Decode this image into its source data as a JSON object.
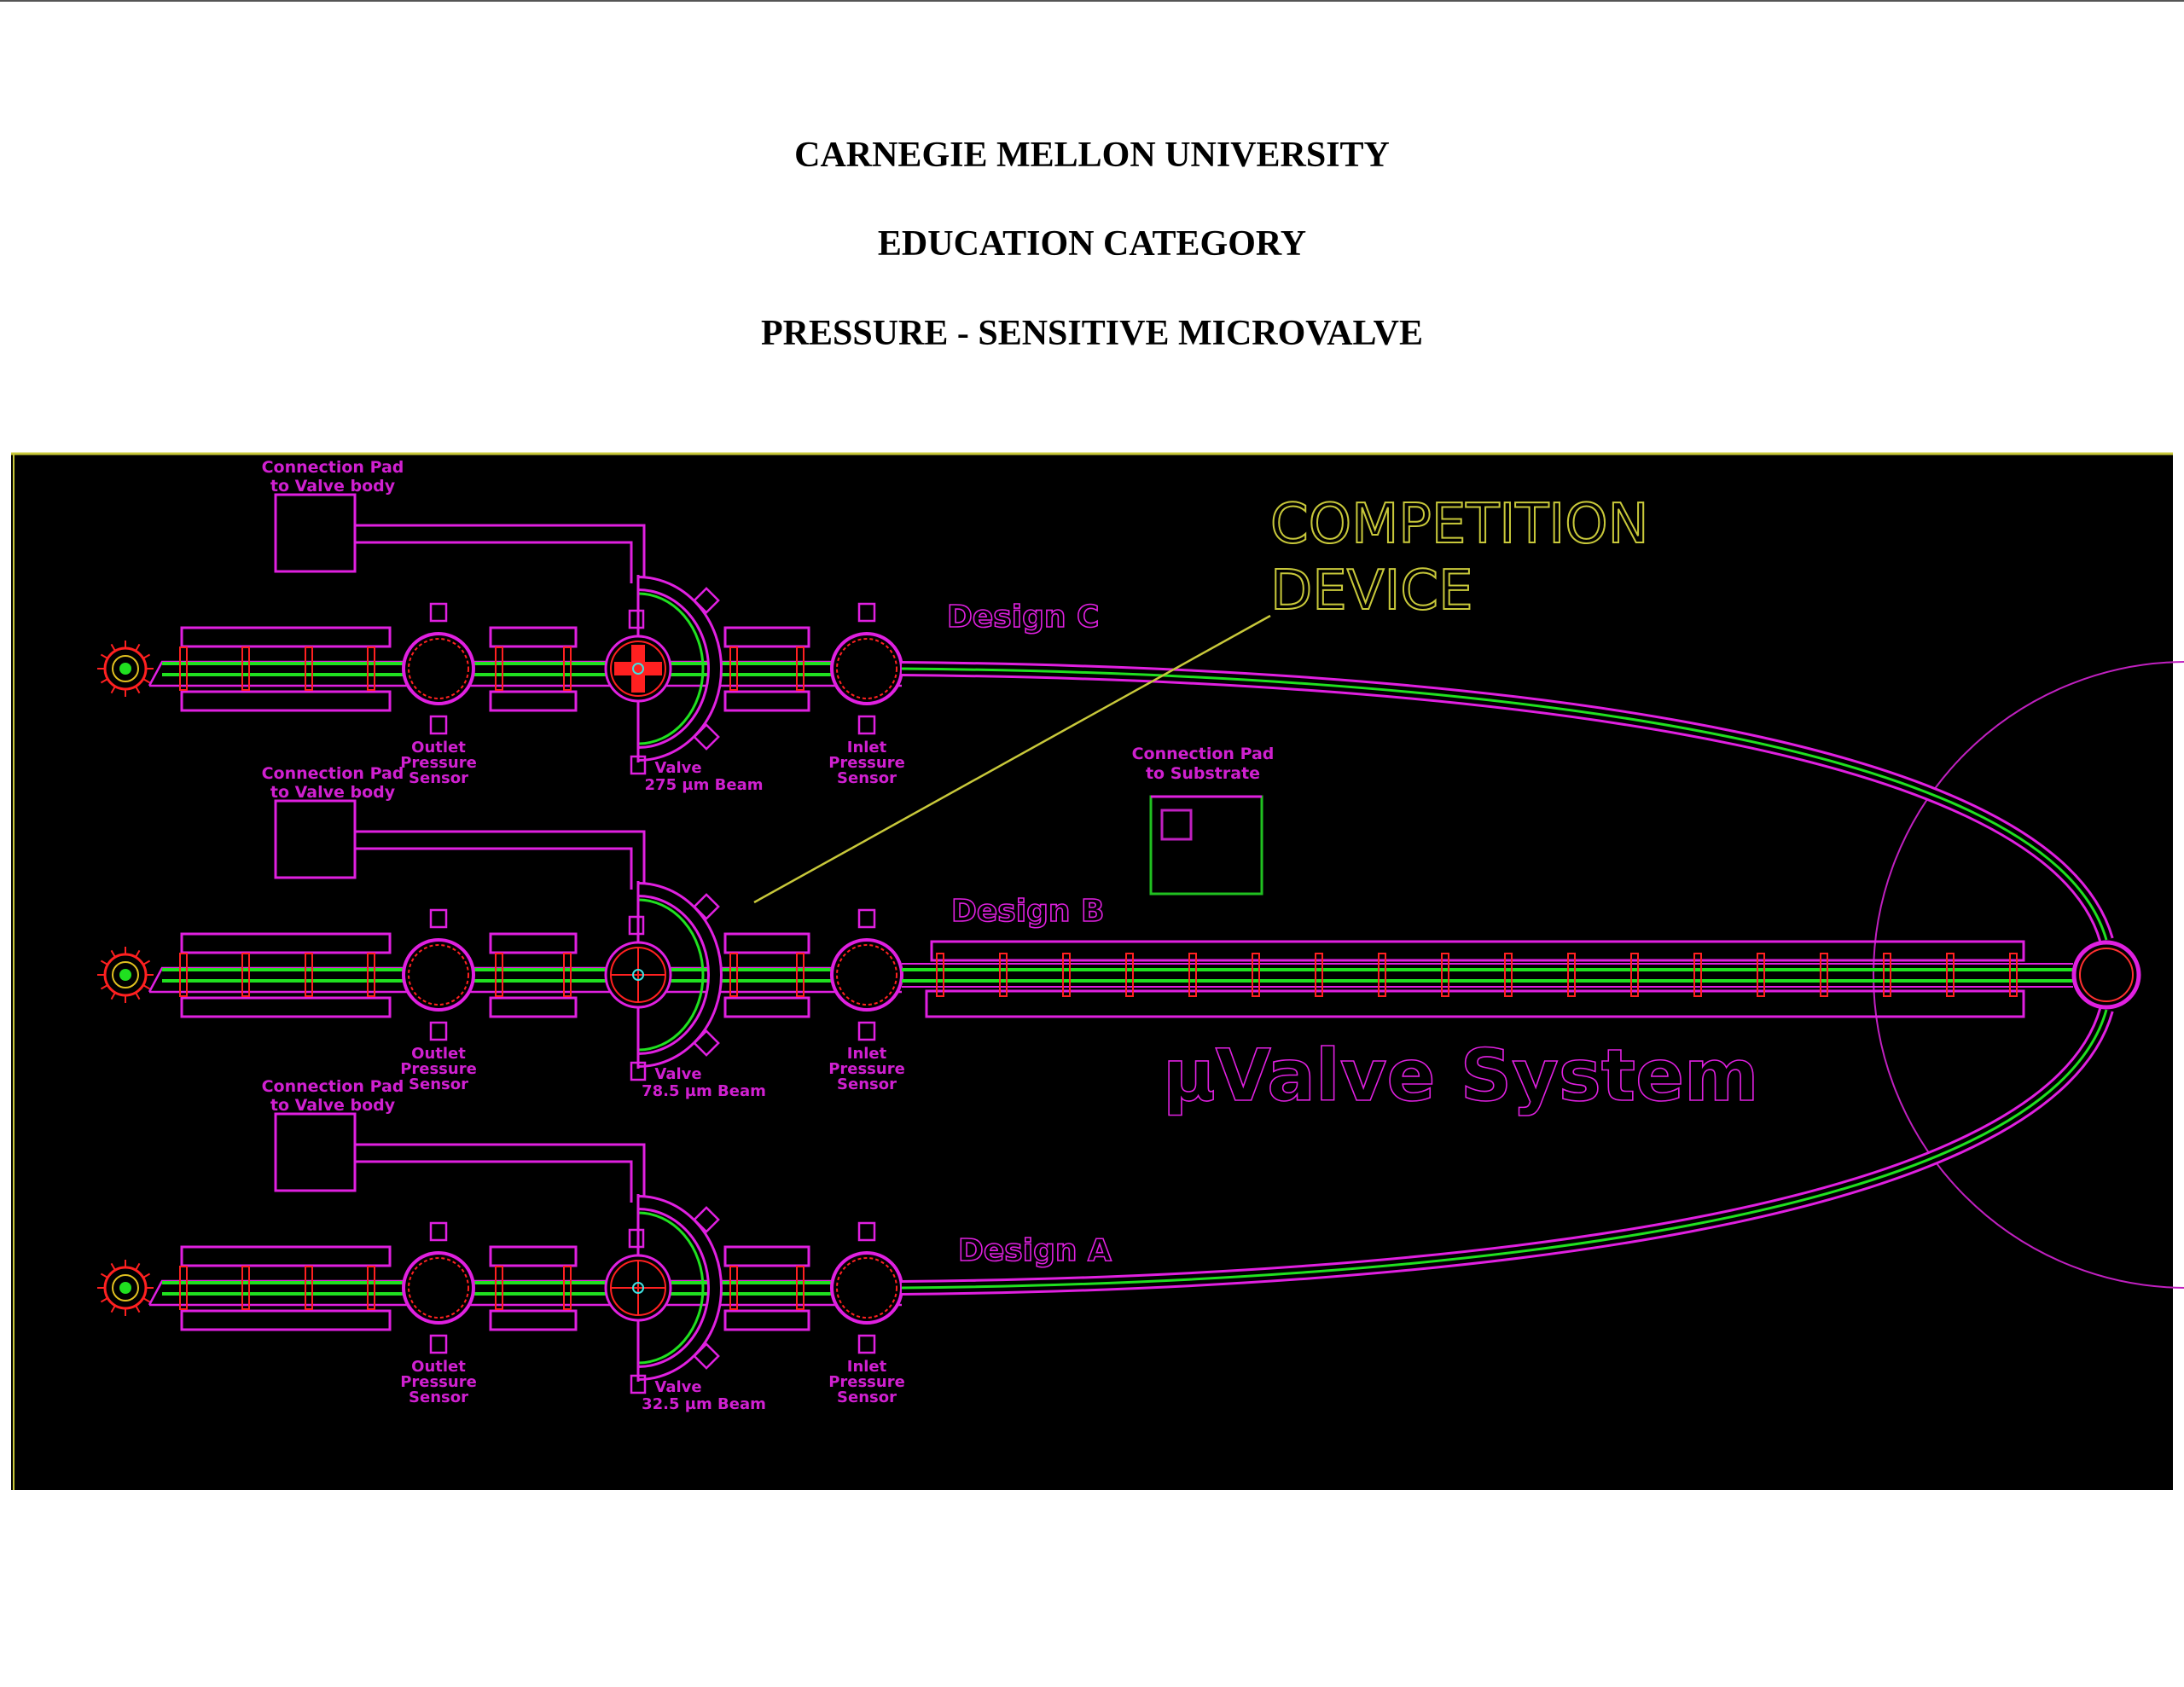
{
  "header": {
    "line1": "CARNEGIE MELLON UNIVERSITY",
    "line2": "EDUCATION CATEGORY",
    "line3": "PRESSURE - SENSITIVE MICROVALVE"
  },
  "diagram": {
    "competition_line1": "COMPETITION",
    "competition_line2": "DEVICE",
    "system_title": "µValve System",
    "substrate_pad_line1": "Connection Pad",
    "substrate_pad_line2": "to Substrate",
    "rows": [
      {
        "design": "Design C",
        "pad_line1": "Connection Pad",
        "pad_line2": "to Valve body",
        "outlet": [
          "Outlet",
          "Pressure",
          "Sensor"
        ],
        "valve_line1": "Valve",
        "valve_line2": "275 µm Beam",
        "inlet": [
          "Inlet",
          "Pressure",
          "Sensor"
        ]
      },
      {
        "design": "Design B",
        "pad_line1": "Connection Pad",
        "pad_line2": "to Valve body",
        "outlet": [
          "Outlet",
          "Pressure",
          "Sensor"
        ],
        "valve_line1": "Valve",
        "valve_line2": "78.5 µm Beam",
        "inlet": [
          "Inlet",
          "Pressure",
          "Sensor"
        ]
      },
      {
        "design": "Design A",
        "pad_line1": "Connection Pad",
        "pad_line2": "to Valve body",
        "outlet": [
          "Outlet",
          "Pressure",
          "Sensor"
        ],
        "valve_line1": "Valve",
        "valve_line2": "32.5 µm Beam",
        "inlet": [
          "Inlet",
          "Pressure",
          "Sensor"
        ]
      }
    ],
    "colors": {
      "magenta": "#e020e0",
      "green": "#20e020",
      "red": "#ff2020",
      "yellow": "#c8c83a",
      "background": "#000000"
    }
  }
}
